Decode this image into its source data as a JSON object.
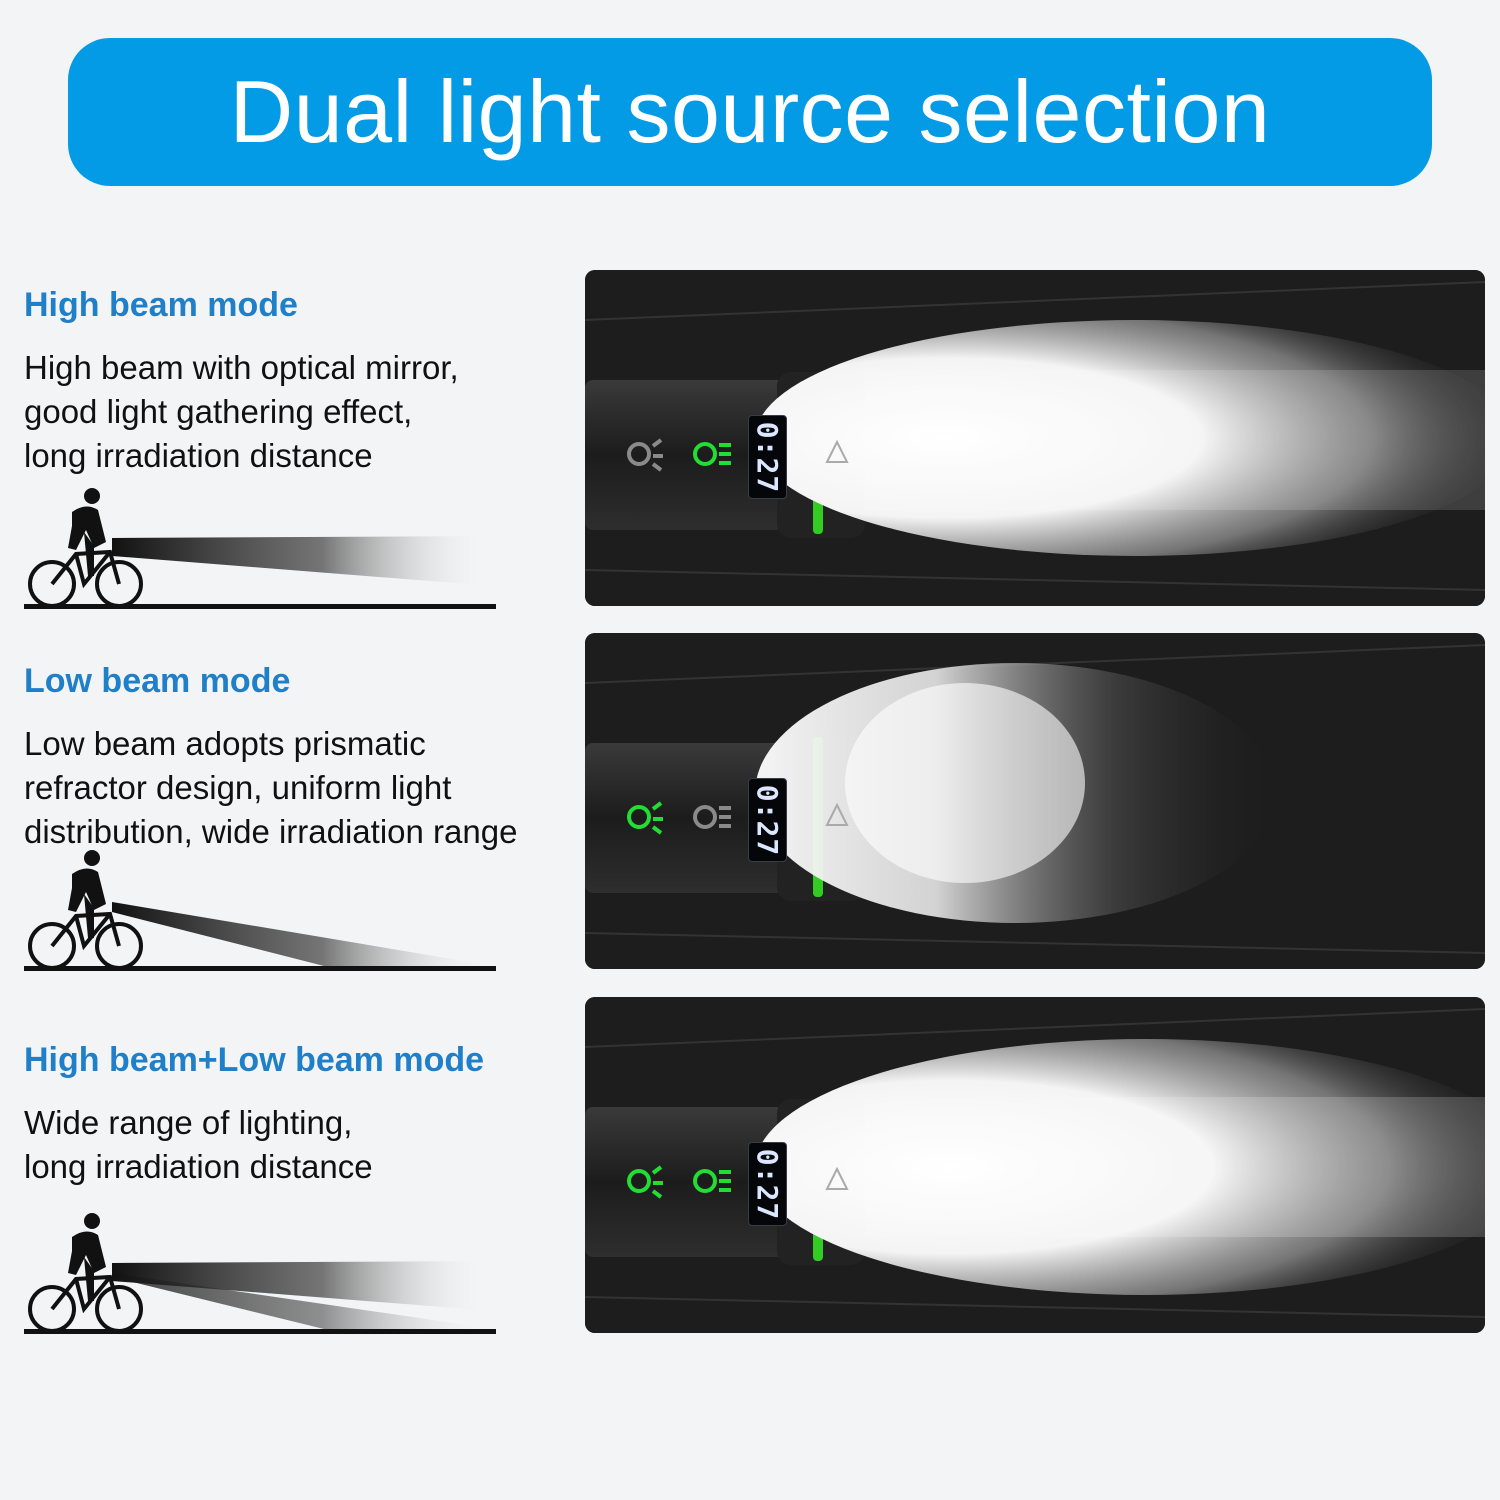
{
  "banner": {
    "title": "Dual light source selection"
  },
  "colors": {
    "banner": "#039be5",
    "mode_title": "#1f7fc8",
    "indicator_on": "#22dd33",
    "indicator_off": "#8a8a8a",
    "ring": "#33cc22"
  },
  "modes": [
    {
      "title": "High beam mode",
      "desc": [
        "High beam with optical mirror,",
        "good light gathering effect,",
        "long irradiation distance"
      ],
      "display": "0:27",
      "low_icon": "low-beam-icon",
      "low_on": false,
      "high_icon": "high-beam-icon",
      "high_on": true
    },
    {
      "title": "Low beam mode",
      "desc": [
        "Low beam adopts prismatic",
        "refractor design, uniform light",
        "distribution, wide irradiation range"
      ],
      "display": "0:27",
      "low_icon": "low-beam-icon",
      "low_on": true,
      "high_icon": "high-beam-icon",
      "high_on": false
    },
    {
      "title": "High beam+Low beam mode",
      "desc": [
        "Wide range of lighting,",
        "long irradiation distance"
      ],
      "display": "0:27",
      "low_icon": "low-beam-icon",
      "low_on": true,
      "high_icon": "high-beam-icon",
      "high_on": true
    }
  ]
}
